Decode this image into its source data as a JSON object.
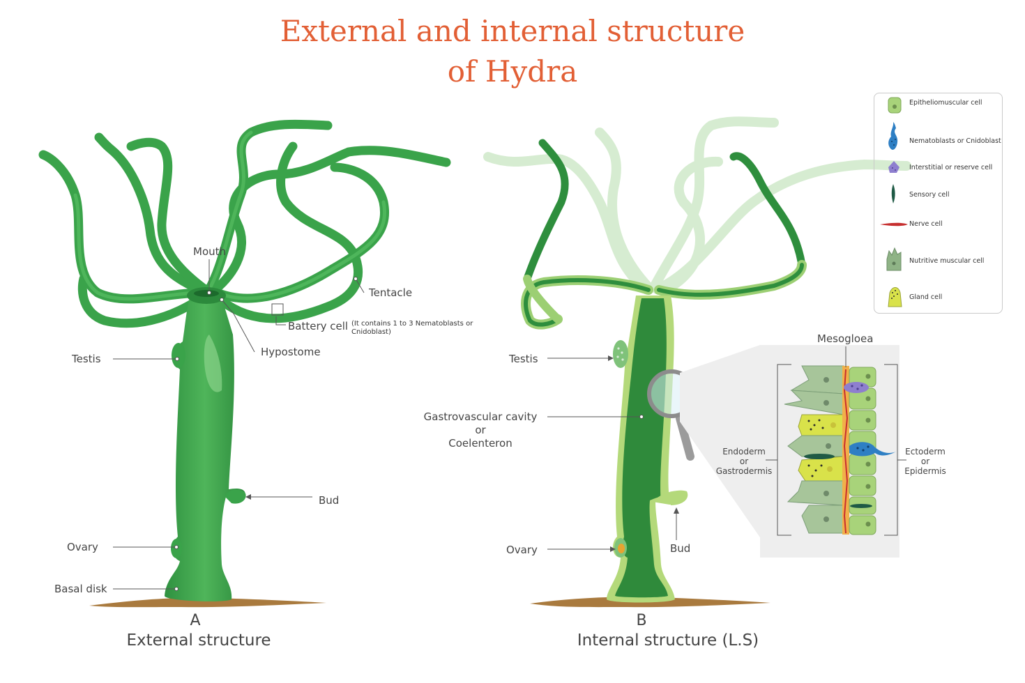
{
  "title": {
    "line1": "External and internal structure",
    "line2": "of Hydra"
  },
  "external": {
    "letter": "A",
    "caption": "External structure",
    "labels": {
      "mouth": "Mouth",
      "tentacle": "Tentacle",
      "battery_cell": "Battery cell",
      "battery_note": "(It contains 1 to 3 Nematoblasts or",
      "battery_note2": "Cnidoblast)",
      "hypostome": "Hypostome",
      "testis": "Testis",
      "bud": "Bud",
      "ovary": "Ovary",
      "basal_disk": "Basal disk"
    }
  },
  "internal": {
    "letter": "B",
    "caption": "Internal structure (L.S)",
    "labels": {
      "testis": "Testis",
      "gv_line1": "Gastrovascular cavity",
      "gv_line2": "or",
      "gv_line3": "Coelenteron",
      "ovary": "Ovary",
      "bud": "Bud",
      "mesogloea": "Mesogloea",
      "endo_line1": "Endoderm",
      "endo_line2": "or",
      "endo_line3": "Gastrodermis",
      "ecto_line1": "Ectoderm",
      "ecto_line2": "or",
      "ecto_line3": "Epidermis"
    }
  },
  "legend": [
    {
      "label": "Epitheliomuscular cell",
      "icon": "epitheliomuscular-cell-icon"
    },
    {
      "label": "Nematoblasts or Cnidoblast",
      "icon": "nematoblast-icon"
    },
    {
      "label": "Interstitial or reserve cell",
      "icon": "interstitial-cell-icon"
    },
    {
      "label": "Sensory cell",
      "icon": "sensory-cell-icon"
    },
    {
      "label": "Nerve cell",
      "icon": "nerve-cell-icon"
    },
    {
      "label": "Nutritive muscular cell",
      "icon": "nutritive-muscular-cell-icon"
    },
    {
      "label": "Gland cell",
      "icon": "gland-cell-icon"
    }
  ],
  "colors": {
    "title": "#e25f35",
    "body_green": "#3fa64c",
    "dark_green": "#23813a",
    "light_green": "#9fd48f",
    "ground": "#a97a3e"
  }
}
